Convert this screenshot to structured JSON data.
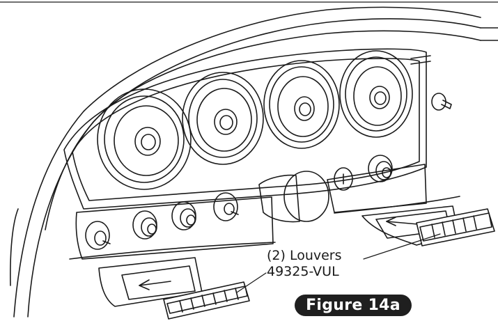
{
  "callout": {
    "line1": "(2) Louvers",
    "line2": "49325-VUL"
  },
  "figure_label": "Figure 14a",
  "colors": {
    "line": "#1a1a1a",
    "badge_background": "#1f1f1f",
    "badge_text": "#ffffff",
    "background": "#ffffff"
  }
}
